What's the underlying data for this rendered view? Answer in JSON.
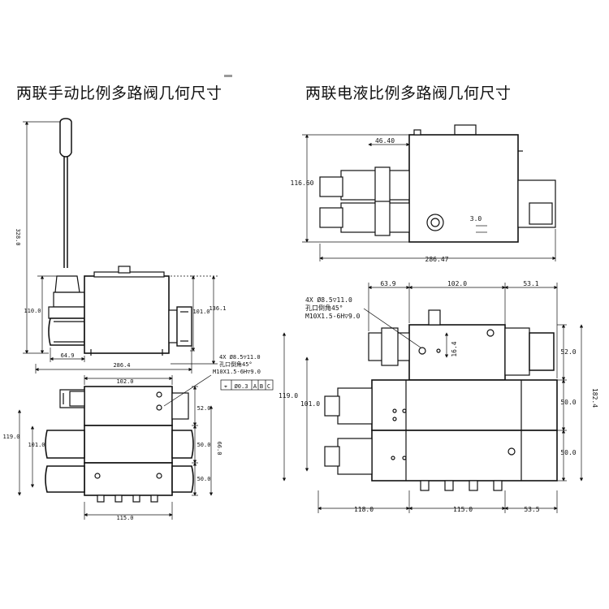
{
  "titles": {
    "left": "两联手动比例多路阀几何尺寸",
    "right": "两联电液比例多路阀几何尺寸"
  },
  "left_side": {
    "dims": {
      "total_height": "328.0",
      "h110": "110.0",
      "h101": "101.0",
      "h136": "136.1",
      "w64": "64.9",
      "w286": "286.4"
    }
  },
  "left_front": {
    "hole_note_1": "4X Ø8.5▽11.0",
    "hole_note_2": "孔口倒角45°",
    "hole_note_3": "M10X1.5-6H▽9.0",
    "tolerance": [
      "⌖",
      "Ø0.3",
      "A",
      "B",
      "C"
    ],
    "dims": {
      "w102": "102.0",
      "h52": "52.0",
      "h50a": "50.0",
      "h50b": "50.0",
      "h66": "66.0",
      "h119": "119.0",
      "h101": "101.0",
      "w115": "115.0"
    }
  },
  "right_side": {
    "dims": {
      "w46": "46.40",
      "h116": "116.60",
      "r3": "3.0",
      "w286": "286.47"
    }
  },
  "right_front": {
    "hole_note_1": "4X Ø8.5▽11.0",
    "hole_note_2": "孔口倒角45°",
    "hole_note_3": "M10X1.5-6H▽9.0",
    "dims": {
      "w63": "63.9",
      "w102": "102.0",
      "w53a": "53.1",
      "h16": "16.4",
      "h52": "52.0",
      "h119": "119.0",
      "h101": "101.0",
      "h50a": "50.0",
      "h50b": "50.0",
      "h182": "182.4",
      "w118": "118.0",
      "w115": "115.0",
      "w53b": "53.5"
    }
  }
}
